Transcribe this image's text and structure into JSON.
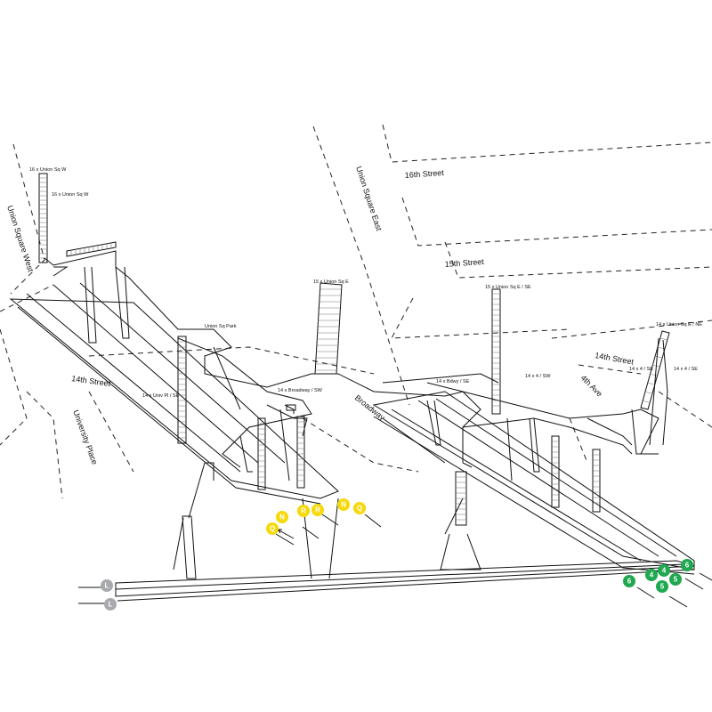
{
  "streets": {
    "union_square_west": "Union Square West",
    "union_square_east": "Union Square East",
    "s16": "16th Street",
    "s15": "15th Street",
    "s14_left": "14th Street",
    "s14_right": "14th Street",
    "fourth_ave": "4th Ave",
    "university_place": "University Place",
    "broadway": "Broadway"
  },
  "entrances": {
    "e16_usq_w_1": "16 x Union Sq W",
    "e16_usq_w_2": "16 x Union Sq W",
    "e_usq_park": "Union Sq Park",
    "e15_usq_e": "15 x Union Sq E",
    "e14_univ_pl": "14 x Univ Pl / SE",
    "e14_broadway_sw": "14 x Broadway / SW",
    "e15_usq_e_se": "15 x Union Sq E / SE",
    "e14_bdwy_se": "14 x Bdwy / SE",
    "e14_4_sw": "14 x 4 / SW",
    "e14_usq_e_ne": "14 x Union Sq E / NE",
    "e14_4_se_1": "14 x 4 / SE",
    "e14_4_se_2": "14 x 4 / SE"
  },
  "routes": {
    "yellow": "#f5d90a",
    "green": "#1fa84f",
    "gray": "#a7a9ac",
    "yellow_bullets": [
      "Q",
      "N",
      "R",
      "R",
      "N",
      "Q"
    ],
    "green_bullets": [
      "6",
      "4",
      "4",
      "5",
      "6",
      "5"
    ],
    "gray_bullets": [
      "L",
      "L"
    ]
  }
}
